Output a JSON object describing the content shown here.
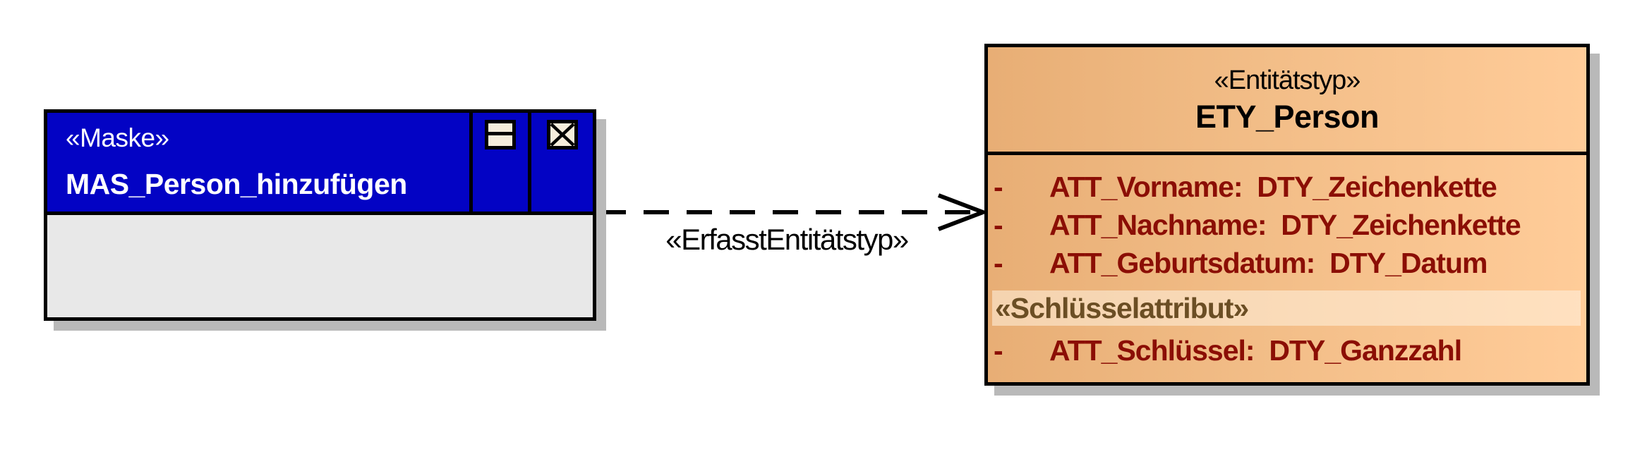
{
  "diagram": {
    "background_color": "#ffffff",
    "shadow_color": "#b9b9b9",
    "maske_node": {
      "stereotype": "«Maske»",
      "name": "MAS_Person_hinzufügen",
      "header_color": "#0303c4",
      "body_color": "#e8e8e8",
      "title_bar_icons": [
        "window-icon",
        "close-icon"
      ],
      "icon_fill_color": "#f5eddc"
    },
    "connector": {
      "label": "«ErfasstEntitätstyp»",
      "style": "dashed-open-arrow",
      "color": "#000000"
    },
    "entity_node": {
      "stereotype": "«Entitätstyp»",
      "name": "ETY_Person",
      "fill_left": "#e8ae75",
      "fill_right": "#ffcc99",
      "attribute_prefix": "-",
      "attribute_color": "#8b0e05",
      "attributes": [
        "ATT_Vorname:  DTY_Zeichenkette",
        "ATT_Nachname:  DTY_Zeichenkette",
        "ATT_Geburtsdatum:  DTY_Datum"
      ],
      "key_section": {
        "stereotype": "«Schlüsselattribut»",
        "stereotype_color": "#6b4e24",
        "attributes": [
          "ATT_Schlüssel:  DTY_Ganzzahl"
        ]
      }
    }
  }
}
